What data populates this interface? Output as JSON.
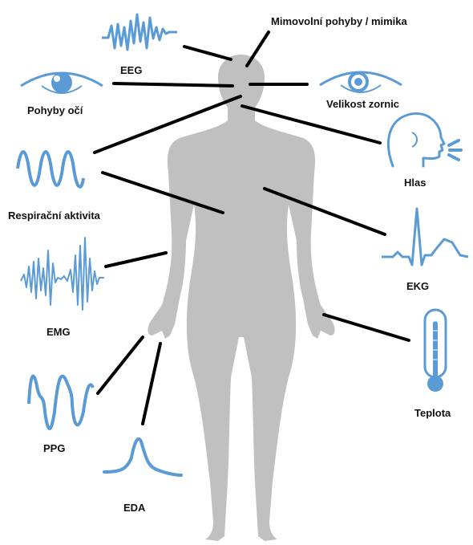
{
  "colors": {
    "icon": "#5b9bd5",
    "body": "#c0c0c0",
    "line": "#000000"
  },
  "labels": {
    "mimika": "Mimovolní pohyby / mimika",
    "eeg": "EEG",
    "pohyby_oci": "Pohyby očí",
    "velikost_zornic": "Velikost zornic",
    "hlas": "Hlas",
    "respirace": "Respirační aktivita",
    "emg": "EMG",
    "ekg": "EKG",
    "teplota": "Teplota",
    "ppg": "PPG",
    "eda": "EDA"
  },
  "icons": {
    "eeg": "eeg-wave-icon",
    "pohyby_oci": "eye-icon",
    "velikost_zornic": "eye-icon",
    "hlas": "speaking-head-icon",
    "respirace": "sine-wave-icon",
    "emg": "emg-wave-icon",
    "ekg": "ecg-wave-icon",
    "teplota": "thermometer-icon",
    "ppg": "ppg-wave-icon",
    "eda": "eda-peak-icon"
  }
}
